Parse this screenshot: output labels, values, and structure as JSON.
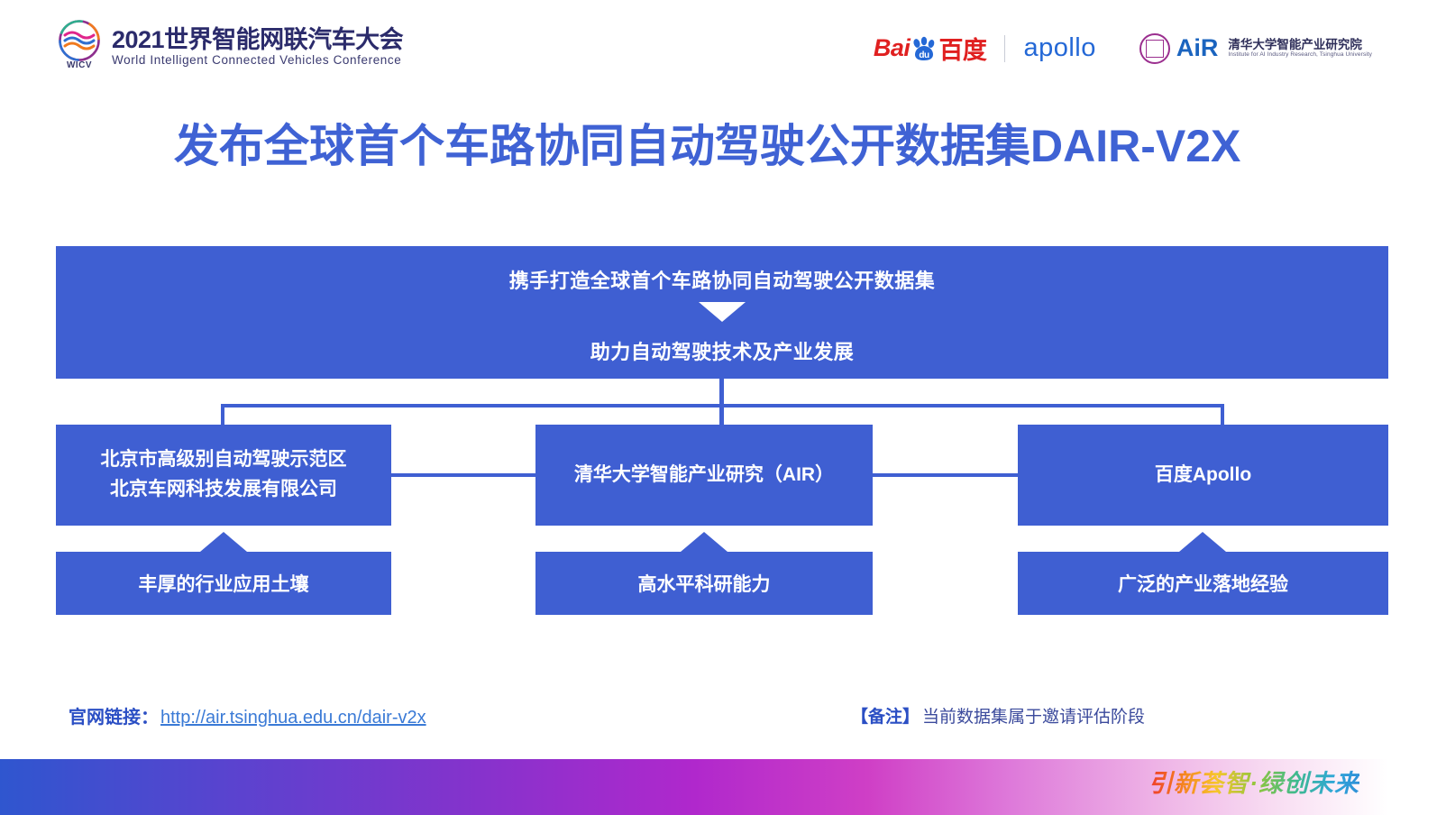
{
  "header": {
    "wicv": {
      "icon": "wicv-wave-logo",
      "mark_label": "WICV",
      "title_cn": "2021世界智能网联汽车大会",
      "title_en": "World Intelligent Connected Vehicles Conference"
    },
    "partners": {
      "baidu": {
        "icon": "baidu-paw-icon",
        "text_en": "Bai",
        "text_cn": "百度"
      },
      "apollo": {
        "label": "apollo"
      },
      "air": {
        "icon": "tsinghua-seal-icon",
        "acronym": "AiR",
        "name_cn": "清华大学智能产业研究院",
        "name_en": "Institute for AI Industry Research, Tsinghua University"
      }
    }
  },
  "title": "发布全球首个车路协同自动驾驶公开数据集DAIR-V2X",
  "diagram": {
    "top_box": {
      "line1": "携手打造全球首个车路协同自动驾驶公开数据集",
      "arrow_icon": "triangle-down-icon",
      "line2": "助力自动驾驶技术及产业发展"
    },
    "partners_row": [
      {
        "name": "北京市高级别自动驾驶示范区",
        "name2": "北京车网科技发展有限公司",
        "strength": "丰厚的行业应用土壤"
      },
      {
        "name": "清华大学智能产业研究（AIR）",
        "name2": "",
        "strength": "高水平科研能力"
      },
      {
        "name": "百度Apollo",
        "name2": "",
        "strength": "广泛的产业落地经验"
      }
    ]
  },
  "footer": {
    "link_label": "官网链接：",
    "link_url": "http://air.tsinghua.edu.cn/dair-v2x",
    "note_tag": "【备注】",
    "note_text": "当前数据集属于邀请评估阶段",
    "slogan": "引新荟智·绿创未来"
  },
  "colors": {
    "box_blue": "#3f5fd2",
    "title_blue": "#3f62d4",
    "link_blue": "#3a7ad6",
    "baidu_red": "#e02020",
    "apollo_blue": "#2468d6"
  }
}
